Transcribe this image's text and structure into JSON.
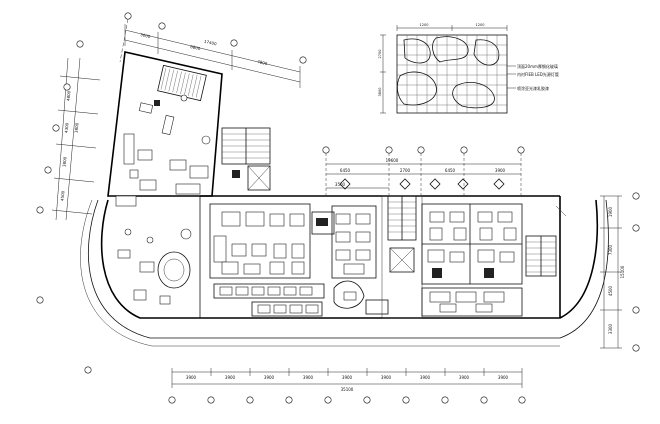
{
  "drawing": {
    "dims_top_left": [
      "3000",
      "6800",
      "17400",
      "7800"
    ],
    "dims_left_vertical": [
      "4800",
      "4300",
      "3800",
      "3800",
      "4500"
    ],
    "dims_mid_top": [
      "3500",
      "19600",
      "6450",
      "2700",
      "6450",
      "3900"
    ],
    "dims_bottom": [
      "3900",
      "3900",
      "3900",
      "3900",
      "3900",
      "3900",
      "3900",
      "3900",
      "3900"
    ],
    "dims_bottom_total": "35100",
    "dims_right_vertical": [
      "1900",
      "7300",
      "15100",
      "4500",
      "3300"
    ],
    "inset_dims_top": [
      "1200",
      "1200"
    ],
    "inset_dims_left": [
      "2700",
      "3800"
    ],
    "inset_notes": [
      "顶面20mm厚钢化玻璃",
      "内衬FIEB LED光源灯管",
      "喷涂亚光漆乳胶漆"
    ]
  }
}
